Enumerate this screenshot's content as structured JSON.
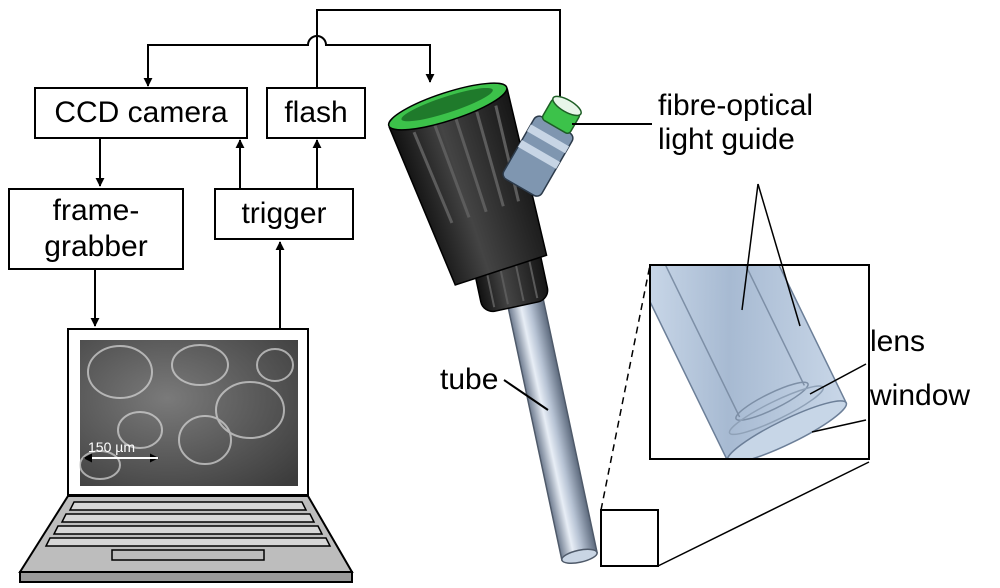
{
  "blocks": {
    "ccd_camera": "CCD camera",
    "flash": "flash",
    "frame_grabber_1": "frame-",
    "frame_grabber_2": "grabber",
    "trigger": "trigger"
  },
  "labels": {
    "fibre_optical_1": "fibre-optical",
    "fibre_optical_2": "light guide",
    "lens": "lens",
    "window": "window",
    "tube": "tube"
  },
  "screen": {
    "scale_label": "150 µm"
  },
  "colors": {
    "device_body": "#2b2b2b",
    "eyepiece_ring": "#3cc24a",
    "tube_metal": "#a9b6c8",
    "screen_image": "#5a5a5a"
  }
}
